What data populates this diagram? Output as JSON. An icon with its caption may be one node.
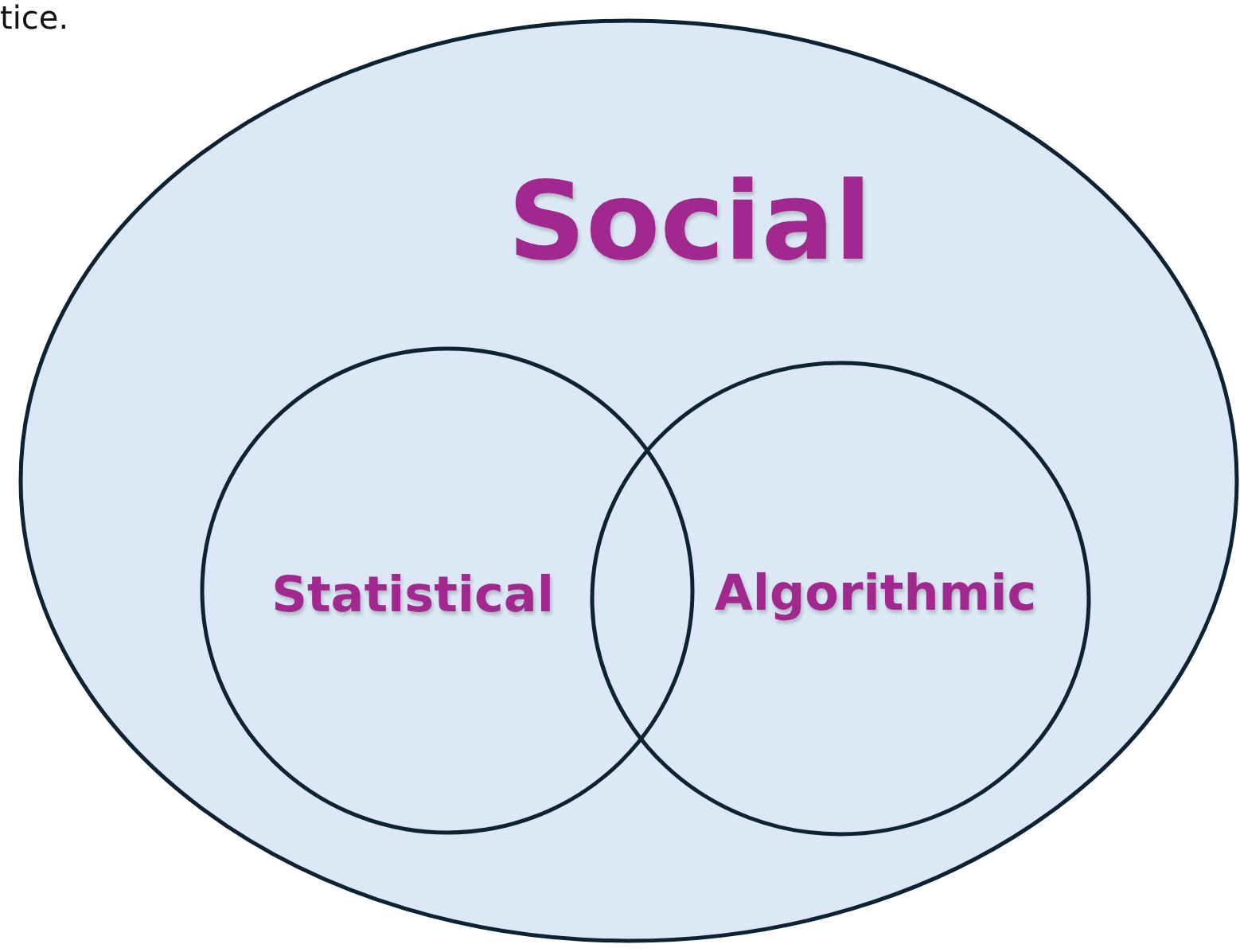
{
  "diagram": {
    "nodes": [
      {
        "text": [
          "Social"
        ]
      },
      {
        "text": [
          "Statistical"
        ],
        "in": 0
      },
      {
        "text": [
          "Algorithmic"
        ],
        "in": 0
      }
    ],
    "labels": [
      "tice."
    ]
  }
}
